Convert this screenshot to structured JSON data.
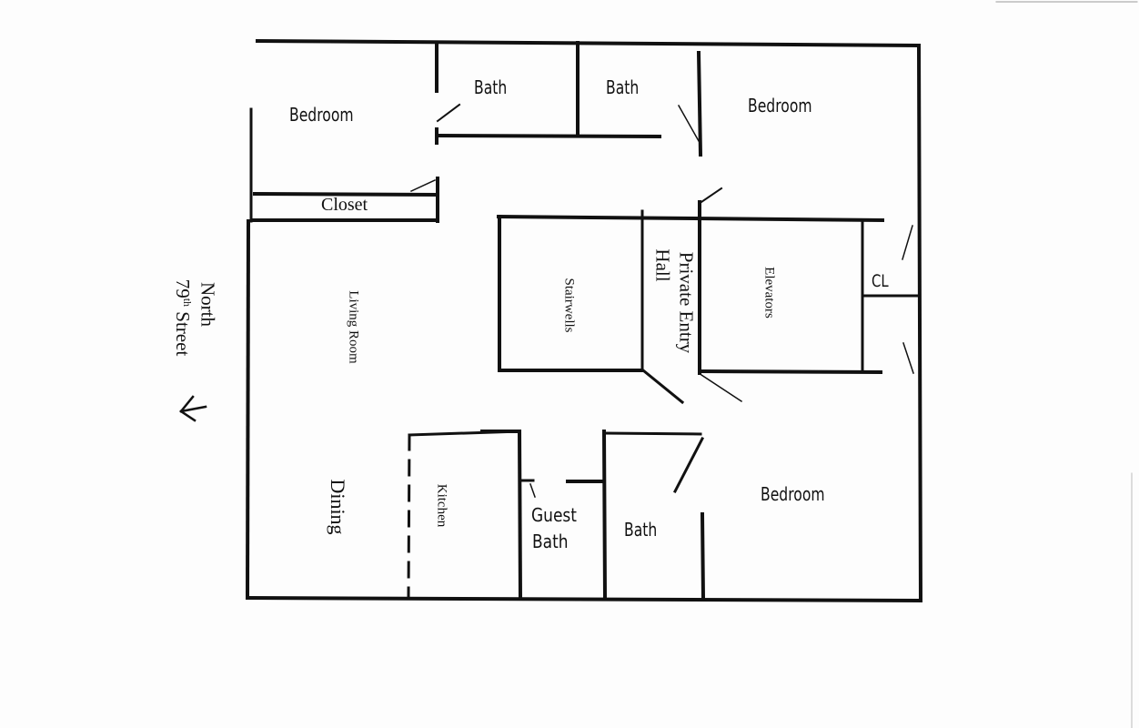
{
  "plan": {
    "rooms": {
      "bedroom_top_left": "Bedroom",
      "bath_top_1": "Bath",
      "bath_top_2": "Bath",
      "bedroom_top_right": "Bedroom",
      "closet": "Closet",
      "stairwells": "Stairwells",
      "private_entry_line1": "Private Entry",
      "private_entry_line2": "Hall",
      "elevators": "Elevators",
      "cl": "CL",
      "living_room": "Living Room",
      "dining": "Dining",
      "kitchen": "Kitchen",
      "guest_bath_line1": "Guest",
      "guest_bath_line2": "Bath",
      "bath_bottom": "Bath",
      "bedroom_bottom_right": "Bedroom"
    },
    "street": {
      "line1": "North",
      "line2_num": "79",
      "line2_sup": "th",
      "line2_word": "Street"
    },
    "icons": {
      "arrow": "arrow-icon"
    }
  }
}
